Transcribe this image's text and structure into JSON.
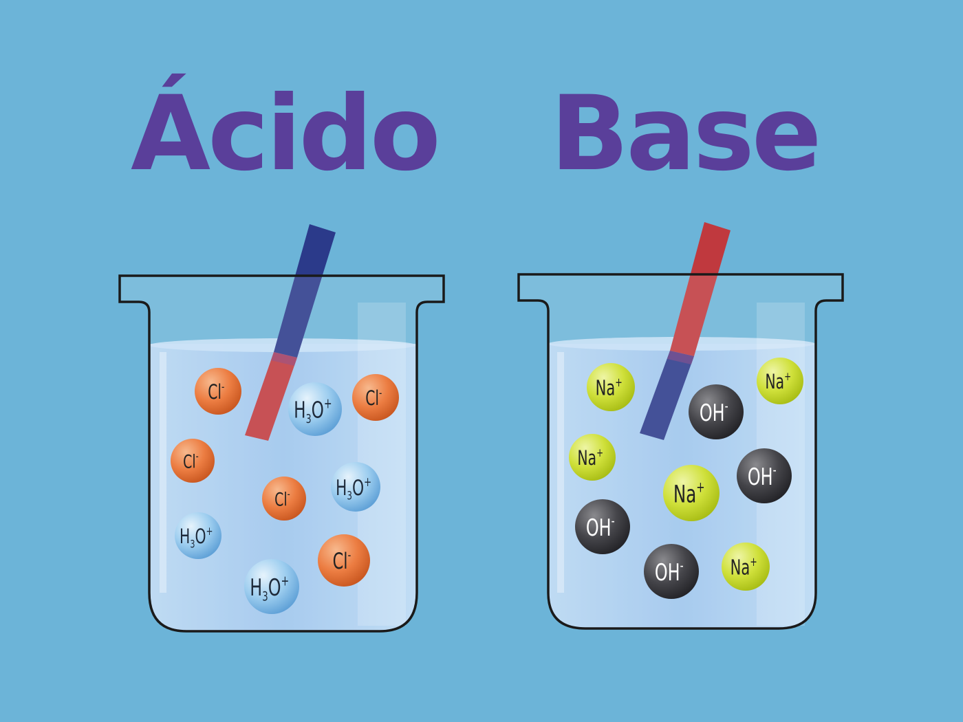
{
  "titles": {
    "acid": "Ácido",
    "base": "Base"
  },
  "colors": {
    "background": "#6cb4d8",
    "title": "#5a3f9a",
    "acid_strip_top": "#2b3a8a",
    "acid_strip_bottom": "#c0393e",
    "base_strip_top": "#c0393e",
    "base_strip_bottom": "#2b3a8a",
    "cl_ion": "#e8743a",
    "h3o_ion": "#8fc6ea",
    "na_ion": "#cfe03a",
    "oh_ion": "#3e3e42"
  },
  "acid_ions": [
    {
      "type": "cl",
      "text": "Cl",
      "charge": "-"
    },
    {
      "type": "h3o",
      "text": "H",
      "sub": "3",
      "text2": "O",
      "charge": "+"
    },
    {
      "type": "cl",
      "text": "Cl",
      "charge": "-"
    },
    {
      "type": "cl",
      "text": "Cl",
      "charge": "-"
    },
    {
      "type": "cl",
      "text": "Cl",
      "charge": "-"
    },
    {
      "type": "h3o",
      "text": "H",
      "sub": "3",
      "text2": "O",
      "charge": "+"
    },
    {
      "type": "h3o",
      "text": "H",
      "sub": "3",
      "text2": "O",
      "charge": "+"
    },
    {
      "type": "cl",
      "text": "Cl",
      "charge": "-"
    },
    {
      "type": "h3o",
      "text": "H",
      "sub": "3",
      "text2": "O",
      "charge": "+"
    }
  ],
  "base_ions": [
    {
      "type": "na",
      "text": "Na",
      "charge": "+"
    },
    {
      "type": "na",
      "text": "Na",
      "charge": "+"
    },
    {
      "type": "oh",
      "text": "OH",
      "charge": "-"
    },
    {
      "type": "na",
      "text": "Na",
      "charge": "+"
    },
    {
      "type": "oh",
      "text": "OH",
      "charge": "-"
    },
    {
      "type": "na",
      "text": "Na",
      "charge": "+"
    },
    {
      "type": "oh",
      "text": "OH",
      "charge": "-"
    },
    {
      "type": "oh",
      "text": "OH",
      "charge": "-"
    },
    {
      "type": "na",
      "text": "Na",
      "charge": "+"
    }
  ]
}
